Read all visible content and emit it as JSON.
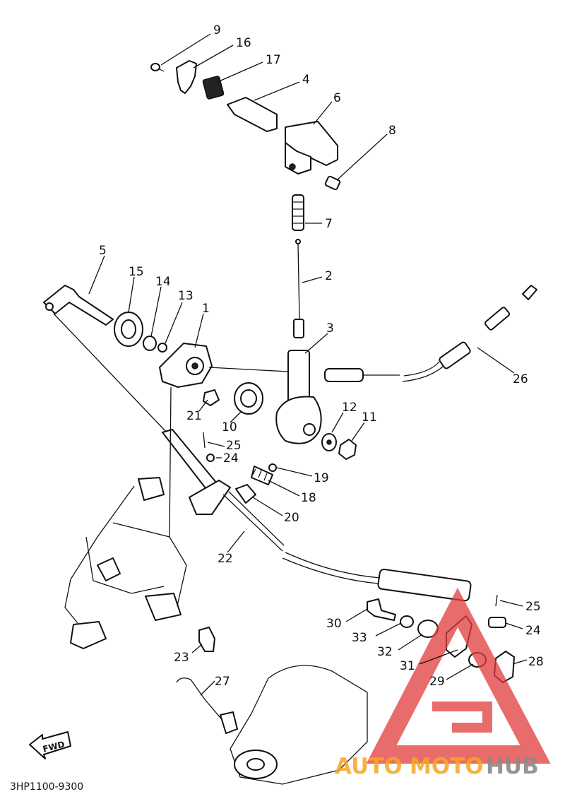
{
  "diagram": {
    "catalog_code": "3HP1100-9300",
    "fwd_label": "FWD",
    "watermark": {
      "brand_part1": "AUTO",
      "brand_part2": "MOTO",
      "brand_part3": "HUB",
      "color_red": "#e23b3b",
      "color_orange": "#f5a623",
      "color_gray": "#8a8a8a"
    },
    "callouts": [
      {
        "label": "9"
      },
      {
        "label": "16"
      },
      {
        "label": "17"
      },
      {
        "label": "4"
      },
      {
        "label": "6"
      },
      {
        "label": "8"
      },
      {
        "label": "7"
      },
      {
        "label": "2"
      },
      {
        "label": "5"
      },
      {
        "label": "15"
      },
      {
        "label": "14"
      },
      {
        "label": "13"
      },
      {
        "label": "1"
      },
      {
        "label": "3"
      },
      {
        "label": "26"
      },
      {
        "label": "21"
      },
      {
        "label": "10"
      },
      {
        "label": "12"
      },
      {
        "label": "11"
      },
      {
        "label": "25"
      },
      {
        "label": "24"
      },
      {
        "label": "19"
      },
      {
        "label": "18"
      },
      {
        "label": "20"
      },
      {
        "label": "22"
      },
      {
        "label": "25"
      },
      {
        "label": "24"
      },
      {
        "label": "30"
      },
      {
        "label": "33"
      },
      {
        "label": "32"
      },
      {
        "label": "31"
      },
      {
        "label": "28"
      },
      {
        "label": "29"
      },
      {
        "label": "23"
      },
      {
        "label": "27"
      }
    ]
  }
}
